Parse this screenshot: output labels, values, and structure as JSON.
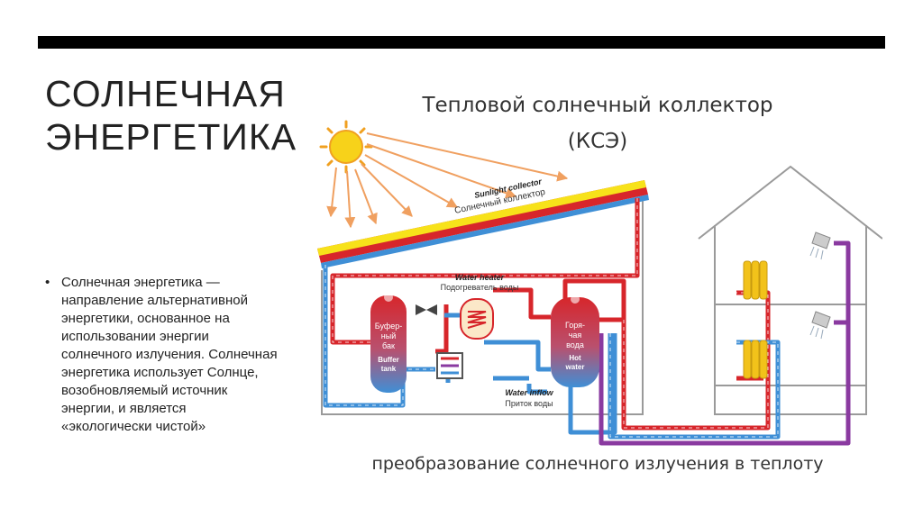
{
  "slide": {
    "title": "СОЛНЕЧНАЯ ЭНЕРГЕТИКА",
    "body": "Солнечная энергетика — направление альтернативной энергетики, основанное на использовании энергии солнечного излучения. Солнечная энергетика использует Солнце, возобновляемый источник энергии, и является «экологически чистой»"
  },
  "figure": {
    "title_line1": "Тепловой солнечный коллектор",
    "title_line2": "(КСЭ)",
    "caption": "преобразование солнечного излучения в теплоту",
    "labels": {
      "collector_en": "Sunlight collector",
      "collector_ru": "Солнечный коллектор",
      "water_heater_en": "Water heater",
      "water_heater_ru": "Подогреватель воды",
      "buffer_ru_1": "Буфер-",
      "buffer_ru_2": "ный",
      "buffer_ru_3": "бак",
      "buffer_en_1": "Buffer",
      "buffer_en_2": "tank",
      "hot_ru_1": "Горя-",
      "hot_ru_2": "чая",
      "hot_ru_3": "вода",
      "hot_en_1": "Hot",
      "hot_en_2": "water",
      "inflow_en": "Water inflow",
      "inflow_ru": "Приток воды"
    },
    "colors": {
      "hot_pipe": "#d7262b",
      "cold_pipe": "#3f8fd6",
      "return_pipe": "#8a3aa0",
      "sun": "#f7d21a",
      "rays": "#f0a060",
      "radiator": "#f2c21a",
      "tank_top": "#d7262b",
      "tank_bottom": "#3f8fd6"
    }
  }
}
